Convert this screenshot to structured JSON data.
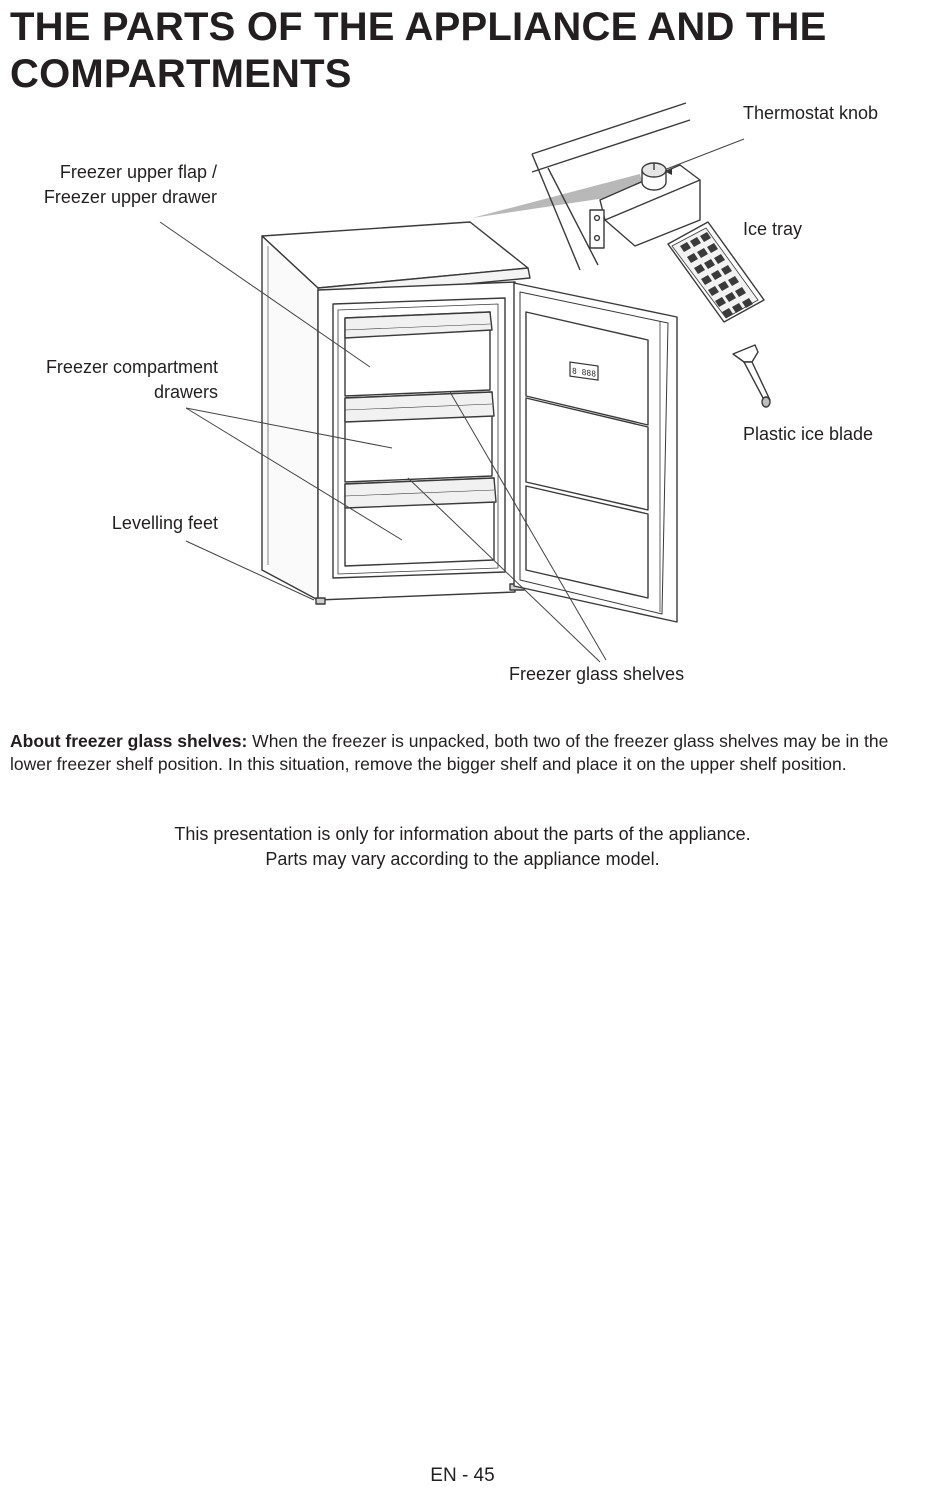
{
  "title": {
    "line1": "THE PARTS OF THE APPLIANCE AND THE",
    "line2": "COMPARTMENTS"
  },
  "callouts": {
    "thermostat_knob": "Thermostat knob",
    "ice_tray": "Ice tray",
    "plastic_ice_blade": "Plastic ice blade",
    "upper_flap_line1": "Freezer upper flap /",
    "upper_flap_line2": "Freezer upper drawer",
    "drawers_line1": "Freezer compartment",
    "drawers_line2": "drawers",
    "levelling_feet": "Levelling feet",
    "glass_shelves": "Freezer glass shelves"
  },
  "about": {
    "heading": "About freezer glass shelves:",
    "text": " When the freezer is unpacked, both two of the freezer glass shelves may be in the lower freezer shelf position. In this situation, remove the bigger shelf and place it on the upper shelf position."
  },
  "note": {
    "line1": "This presentation is only for information about the parts of the appliance.",
    "line2": "Parts may vary according to the appliance model."
  },
  "display_icon_text": "8 888",
  "footer": {
    "page_number": "EN - 45"
  }
}
